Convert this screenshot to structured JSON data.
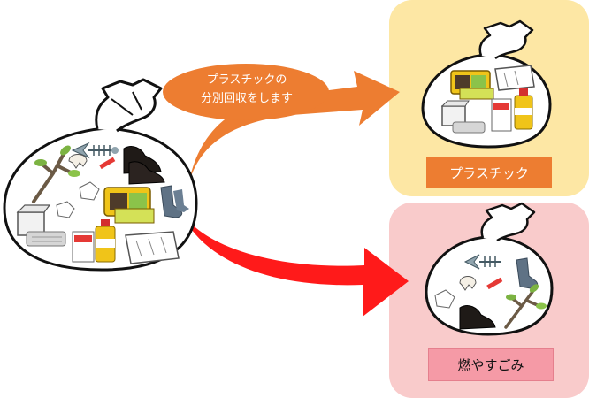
{
  "bubble": {
    "line1": "プラスチックの",
    "line2": "分別回収をします"
  },
  "categories": {
    "plastic_label": "プラスチック",
    "burnable_label": "燃やすごみ"
  },
  "colors": {
    "bubble": "#ed7d31",
    "plastic_panel": "#fde7a4",
    "plastic_label": "#ed7d31",
    "burnable_panel": "#f9cbcb",
    "burnable_label": "#f59aa6",
    "red_arrow": "#ff1a1a"
  },
  "icons": {
    "mixed_bag": [
      "fish-bone-icon",
      "shoes-icon",
      "sock-icon",
      "branch-icon",
      "eggshell-icon",
      "tissue-icon",
      "bento-container-icon",
      "plastic-box-icon",
      "egg-carton-icon",
      "oil-bottle-icon",
      "tray-icon"
    ],
    "plastic_bag": [
      "bento-container-icon",
      "egg-carton-icon",
      "plastic-box-icon",
      "oil-bottle-icon",
      "tray-icon"
    ],
    "burnable_bag": [
      "fish-bone-icon",
      "sock-icon",
      "eggshell-icon",
      "tissue-icon",
      "shoes-icon",
      "branch-icon"
    ]
  }
}
